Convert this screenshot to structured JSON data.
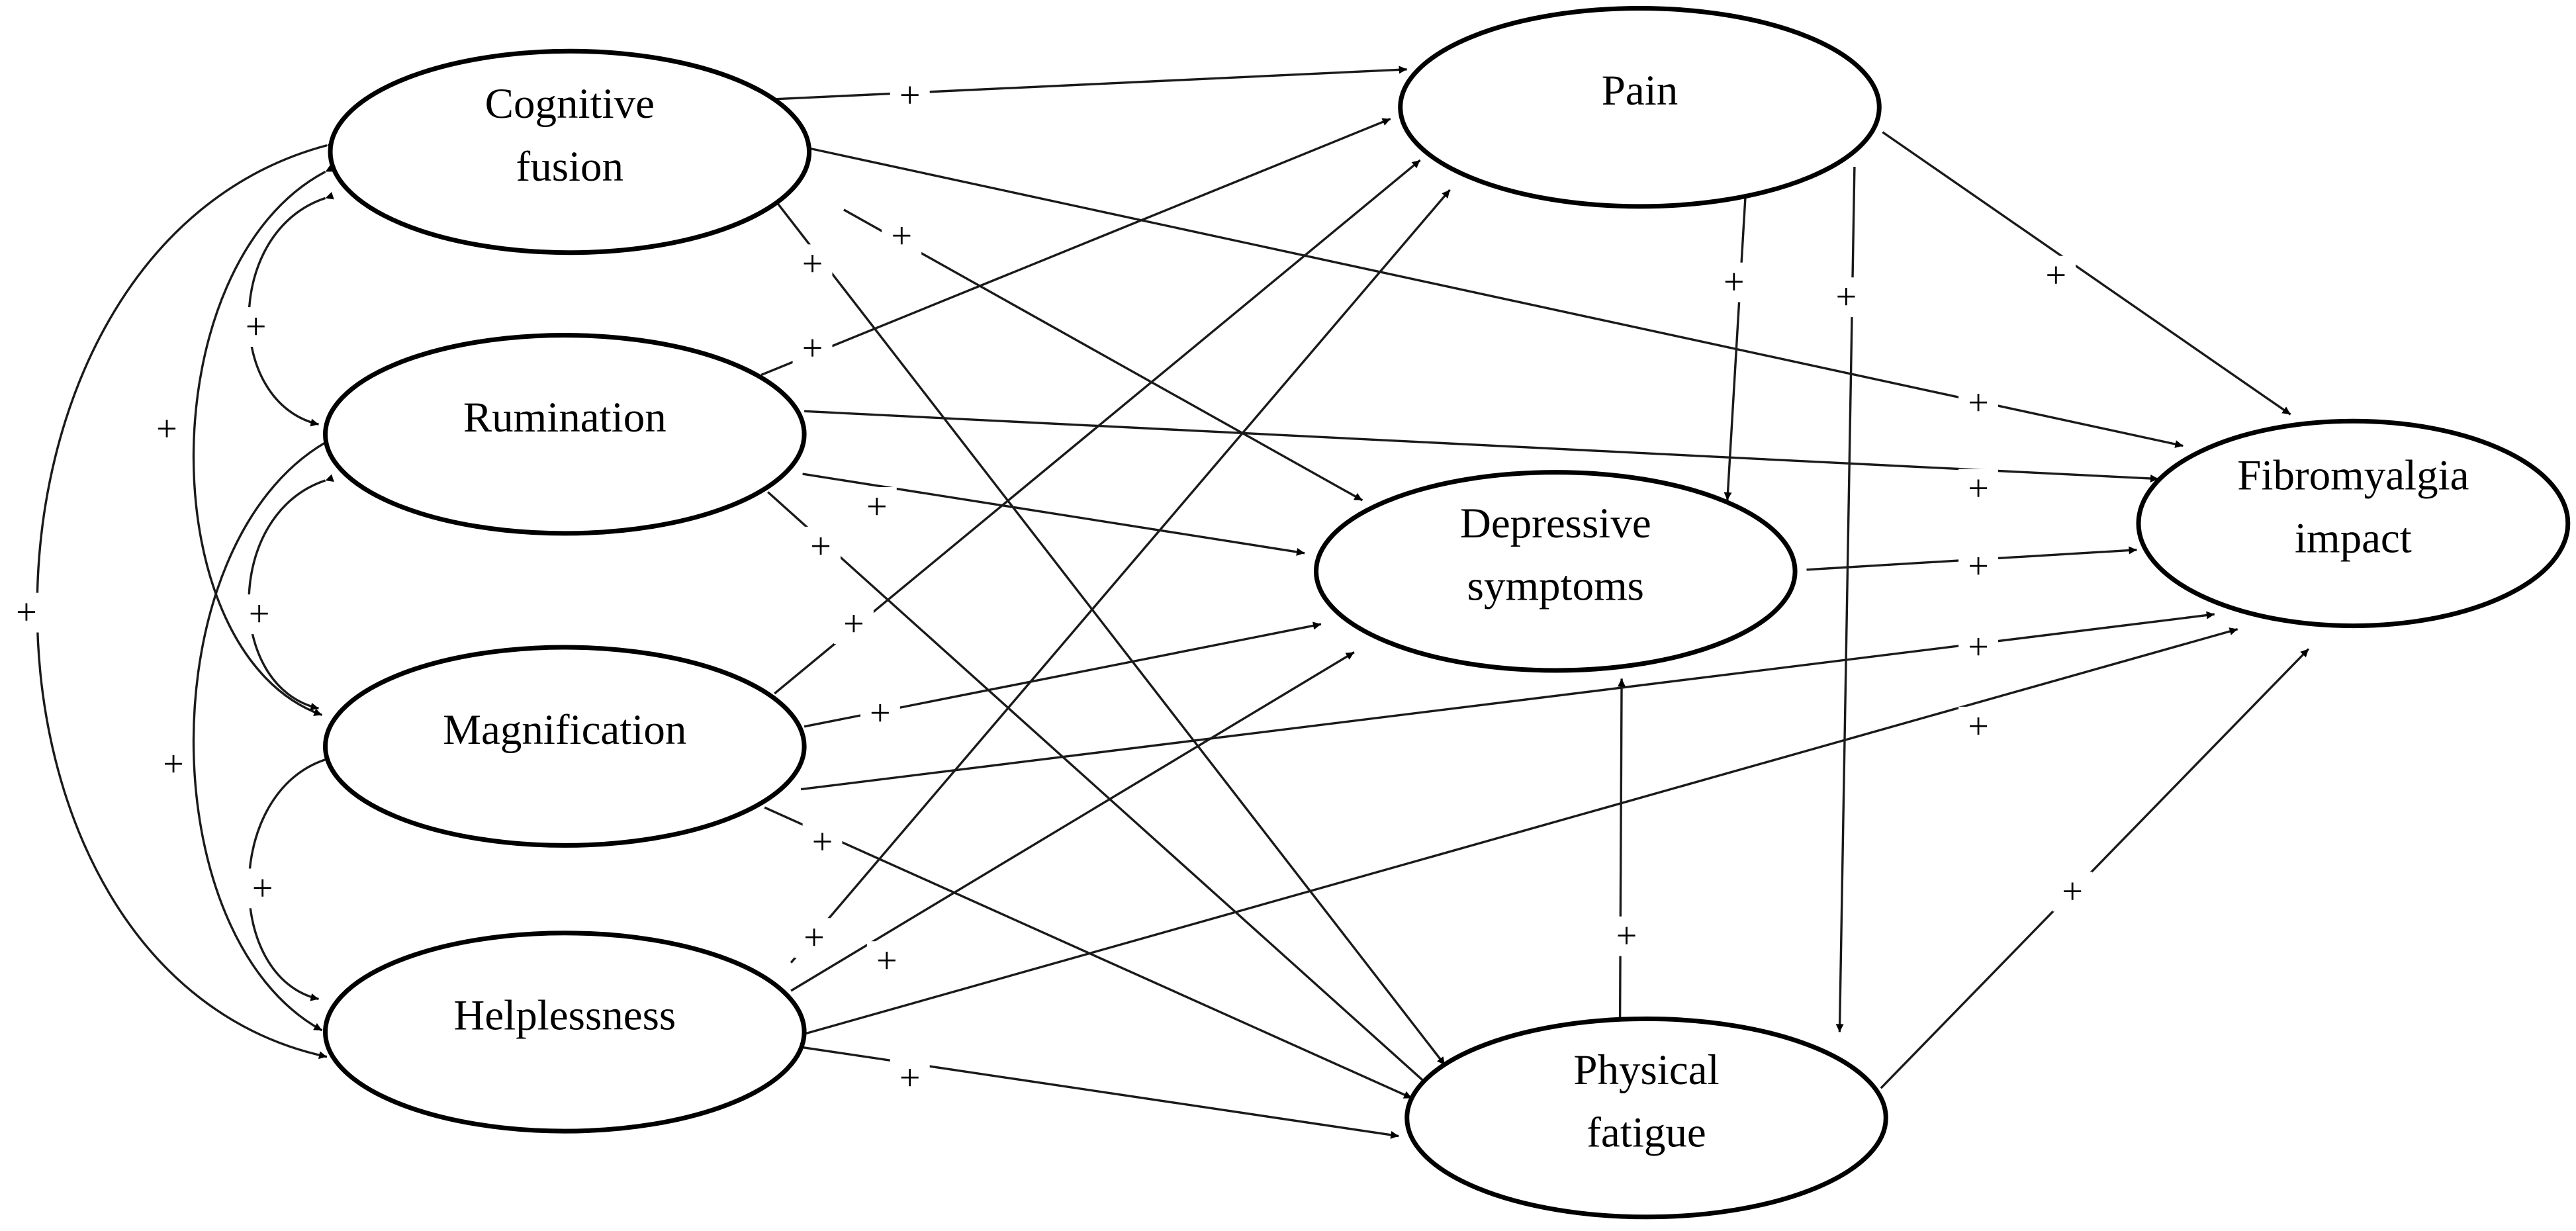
{
  "nodes": {
    "cognitive_fusion": [
      "Cognitive",
      "fusion"
    ],
    "rumination": [
      "Rumination"
    ],
    "magnification": [
      "Magnification"
    ],
    "helplessness": [
      "Helplessness"
    ],
    "pain": [
      "Pain"
    ],
    "depressive_symptoms": [
      "Depressive",
      "symptoms"
    ],
    "physical_fatigue": [
      "Physical",
      "fatigue"
    ],
    "fibromyalgia_impact": [
      "Fibromyalgia",
      "impact"
    ]
  },
  "paths": [
    {
      "from": "cognitive_fusion",
      "to": "pain",
      "sign": "+"
    },
    {
      "from": "cognitive_fusion",
      "to": "depressive_symptoms",
      "sign": "+"
    },
    {
      "from": "cognitive_fusion",
      "to": "physical_fatigue",
      "sign": "+"
    },
    {
      "from": "cognitive_fusion",
      "to": "fibromyalgia_impact",
      "sign": "+"
    },
    {
      "from": "rumination",
      "to": "pain",
      "sign": "+"
    },
    {
      "from": "rumination",
      "to": "depressive_symptoms",
      "sign": "+"
    },
    {
      "from": "rumination",
      "to": "physical_fatigue",
      "sign": "+"
    },
    {
      "from": "rumination",
      "to": "fibromyalgia_impact",
      "sign": "+"
    },
    {
      "from": "magnification",
      "to": "pain",
      "sign": "+"
    },
    {
      "from": "magnification",
      "to": "depressive_symptoms",
      "sign": "+"
    },
    {
      "from": "magnification",
      "to": "physical_fatigue",
      "sign": "+"
    },
    {
      "from": "magnification",
      "to": "fibromyalgia_impact",
      "sign": "+"
    },
    {
      "from": "helplessness",
      "to": "pain",
      "sign": "+"
    },
    {
      "from": "helplessness",
      "to": "depressive_symptoms",
      "sign": "+"
    },
    {
      "from": "helplessness",
      "to": "physical_fatigue",
      "sign": "+"
    },
    {
      "from": "helplessness",
      "to": "fibromyalgia_impact",
      "sign": "+"
    },
    {
      "from": "pain",
      "to": "depressive_symptoms",
      "sign": "+"
    },
    {
      "from": "pain",
      "to": "physical_fatigue",
      "sign": "+"
    },
    {
      "from": "pain",
      "to": "fibromyalgia_impact",
      "sign": "+"
    },
    {
      "from": "physical_fatigue",
      "to": "depressive_symptoms",
      "sign": "+"
    },
    {
      "from": "depressive_symptoms",
      "to": "fibromyalgia_impact",
      "sign": "+"
    },
    {
      "from": "physical_fatigue",
      "to": "fibromyalgia_impact",
      "sign": "+"
    }
  ],
  "correlations": [
    {
      "between": [
        "cognitive_fusion",
        "rumination"
      ],
      "sign": "+"
    },
    {
      "between": [
        "cognitive_fusion",
        "magnification"
      ],
      "sign": "+"
    },
    {
      "between": [
        "cognitive_fusion",
        "helplessness"
      ],
      "sign": "+"
    },
    {
      "between": [
        "rumination",
        "magnification"
      ],
      "sign": "+"
    },
    {
      "between": [
        "rumination",
        "helplessness"
      ],
      "sign": "+"
    },
    {
      "between": [
        "magnification",
        "helplessness"
      ],
      "sign": "+"
    }
  ],
  "colors": {
    "line": "#1a1a1a",
    "node_fill": "#ffffff",
    "node_stroke": "#000000"
  }
}
